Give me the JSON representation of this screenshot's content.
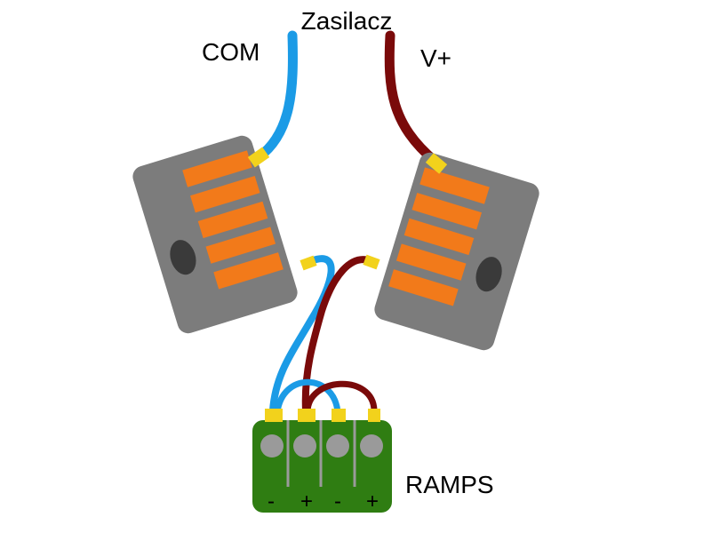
{
  "labels": {
    "power_supply": "Zasilacz",
    "com": "COM",
    "v_plus": "V+",
    "ramps": "RAMPS"
  },
  "terminal": {
    "pins": [
      "-",
      "+",
      "-",
      "+"
    ]
  },
  "colors": {
    "wire_com": "#1b9be6",
    "wire_vplus": "#7a0a0a",
    "connector_body": "#7c7c7c",
    "connector_lever": "#f27a1a",
    "wire_ferrule": "#f2d21c",
    "terminal_board": "#2f7d12",
    "terminal_pin": "#9a9a9a"
  }
}
